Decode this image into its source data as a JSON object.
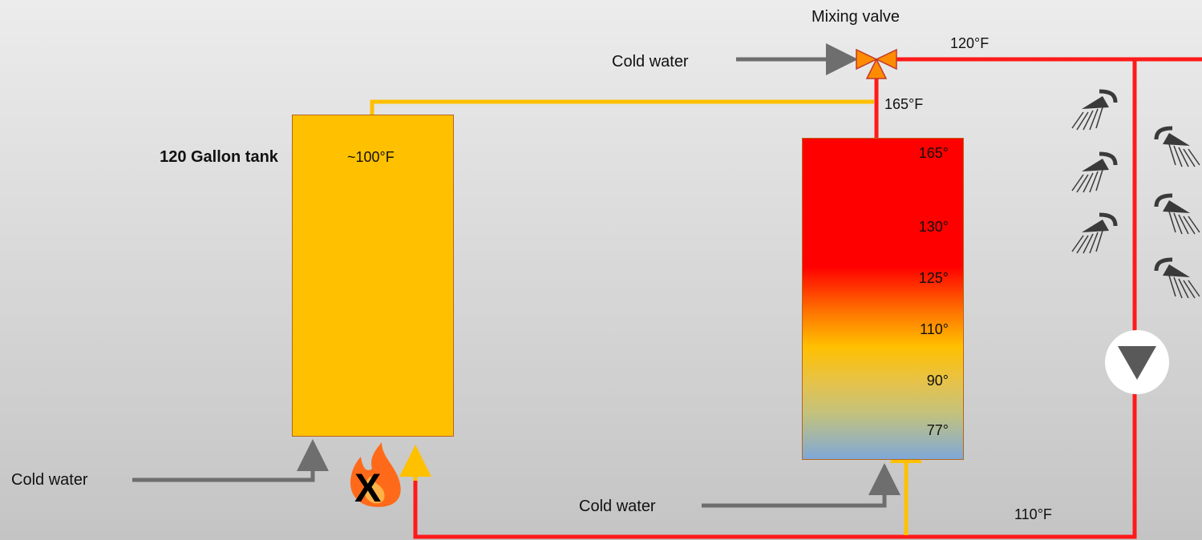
{
  "labels": {
    "mixing_valve": "Mixing valve",
    "cold_water_top": "Cold water",
    "out_temp": "120°F",
    "tank_out_temp": "165°F",
    "tank1_name": "120 Gallon tank",
    "tank1_temp": "~100°F",
    "cold_water_left": "Cold water",
    "cold_water_bottom": "Cold water",
    "return_temp": "110°F",
    "fire_x": "X"
  },
  "tank2_temps": [
    "165°",
    "130°",
    "125°",
    "110°",
    "90°",
    "77°"
  ],
  "colors": {
    "hot_pipe": "#ff1a1a",
    "warm_pipe": "#ffc000",
    "cold_arrow": "#6e6e6e",
    "valve": "#ff8c00",
    "tank1_fill": "#ffc000"
  },
  "icons": [
    "mixing-valve-icon",
    "shower-icon",
    "pump-icon",
    "flame-icon",
    "bacteria-icon"
  ]
}
